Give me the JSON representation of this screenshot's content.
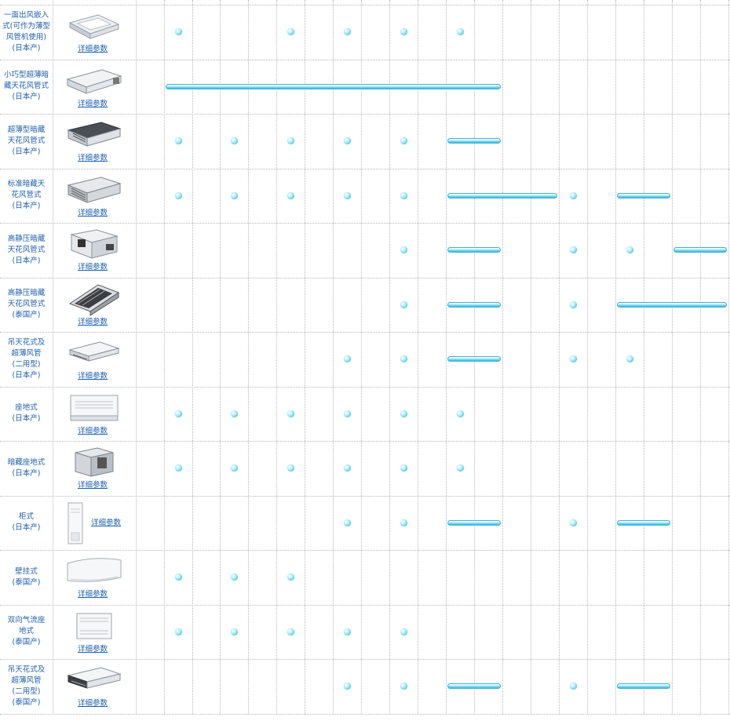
{
  "colors": {
    "link": "#1d5fae",
    "marker": "#42c5e6",
    "grid": "#b9b9b9"
  },
  "rows": [
    {
      "id": "cassette-1way",
      "name": "一面出风嵌入\n式(可作为薄型\n风管机使用)\n(日本产)",
      "link": "详细参数",
      "icon": "ceiling-cassette-image",
      "marks": [
        {
          "t": "dot",
          "c": 0
        },
        {
          "t": "dot",
          "c": 2
        },
        {
          "t": "dot",
          "c": 3
        },
        {
          "t": "dot",
          "c": 4
        },
        {
          "t": "dot",
          "c": 5
        }
      ]
    },
    {
      "id": "mini-slim-duct",
      "name": "小巧型超薄暗\n藏天花风管式\n(日本产)",
      "link": "详细参数",
      "icon": "slim-duct-unit-image",
      "marks": [
        {
          "t": "bar",
          "from": 0,
          "to": 5
        }
      ]
    },
    {
      "id": "ultra-slim-duct",
      "name": "超薄型暗藏\n天花风管式\n(日本产)",
      "link": "详细参数",
      "icon": "ultra-slim-duct-image",
      "marks": [
        {
          "t": "dot",
          "c": 0
        },
        {
          "t": "dot",
          "c": 1
        },
        {
          "t": "dot",
          "c": 2
        },
        {
          "t": "dot",
          "c": 3
        },
        {
          "t": "dot",
          "c": 4
        },
        {
          "t": "bar",
          "from": 5,
          "to": 5
        }
      ]
    },
    {
      "id": "standard-duct",
      "name": "标准暗藏天\n花风管式\n(日本产)",
      "link": "详细参数",
      "icon": "standard-duct-image",
      "marks": [
        {
          "t": "dot",
          "c": 0
        },
        {
          "t": "dot",
          "c": 1
        },
        {
          "t": "dot",
          "c": 2
        },
        {
          "t": "dot",
          "c": 3
        },
        {
          "t": "dot",
          "c": 4
        },
        {
          "t": "bar",
          "from": 5,
          "to": 6
        },
        {
          "t": "dot",
          "c": 7
        },
        {
          "t": "bar",
          "from": 8,
          "to": 8
        }
      ]
    },
    {
      "id": "high-static-jp",
      "name": "高静压暗藏\n天花风管式\n(日本产)",
      "link": "详细参数",
      "icon": "high-static-duct-image",
      "marks": [
        {
          "t": "dot",
          "c": 4
        },
        {
          "t": "bar",
          "from": 5,
          "to": 5
        },
        {
          "t": "dot",
          "c": 7
        },
        {
          "t": "dot",
          "c": 8
        },
        {
          "t": "bar",
          "from": 9,
          "to": 9
        }
      ]
    },
    {
      "id": "high-static-th",
      "name": "高静压暗藏\n天花风管式\n(泰国产)",
      "link": "详细参数",
      "icon": "high-static-duct-thai-image",
      "marks": [
        {
          "t": "dot",
          "c": 4
        },
        {
          "t": "bar",
          "from": 5,
          "to": 5
        },
        {
          "t": "dot",
          "c": 7
        },
        {
          "t": "bar",
          "from": 8,
          "to": 9
        }
      ]
    },
    {
      "id": "ceiling-suspended-jp",
      "name": "吊天花式及\n超薄风管\n(二用型)\n(日本产)",
      "link": "详细参数",
      "icon": "ceiling-suspended-image",
      "marks": [
        {
          "t": "dot",
          "c": 3
        },
        {
          "t": "dot",
          "c": 4
        },
        {
          "t": "bar",
          "from": 5,
          "to": 5
        },
        {
          "t": "dot",
          "c": 7
        },
        {
          "t": "dot",
          "c": 8
        }
      ]
    },
    {
      "id": "floor-standing",
      "name": "座地式\n(日本产)",
      "link": "详细参数",
      "icon": "floor-standing-image",
      "marks": [
        {
          "t": "dot",
          "c": 0
        },
        {
          "t": "dot",
          "c": 1
        },
        {
          "t": "dot",
          "c": 2
        },
        {
          "t": "dot",
          "c": 3
        },
        {
          "t": "dot",
          "c": 4
        },
        {
          "t": "dot",
          "c": 5
        }
      ]
    },
    {
      "id": "concealed-floor",
      "name": "暗藏座地式\n(日本产)",
      "link": "详细参数",
      "icon": "concealed-floor-image",
      "marks": [
        {
          "t": "dot",
          "c": 0
        },
        {
          "t": "dot",
          "c": 1
        },
        {
          "t": "dot",
          "c": 2
        },
        {
          "t": "dot",
          "c": 3
        },
        {
          "t": "dot",
          "c": 4
        },
        {
          "t": "dot",
          "c": 5
        }
      ]
    },
    {
      "id": "cabinet",
      "name": "柜式\n(日本产)",
      "link": "详细参数",
      "icon": "cabinet-unit-image",
      "marks": [
        {
          "t": "dot",
          "c": 3
        },
        {
          "t": "dot",
          "c": 4
        },
        {
          "t": "bar",
          "from": 5,
          "to": 5
        },
        {
          "t": "dot",
          "c": 7
        },
        {
          "t": "bar",
          "from": 8,
          "to": 8
        }
      ]
    },
    {
      "id": "wall-mounted",
      "name": "壁挂式\n(泰国产)",
      "link": "详细参数",
      "icon": "wall-mounted-image",
      "marks": [
        {
          "t": "dot",
          "c": 0
        },
        {
          "t": "dot",
          "c": 1
        },
        {
          "t": "dot",
          "c": 2
        }
      ]
    },
    {
      "id": "dual-flow-floor",
      "name": "双向气流座\n地式\n(泰国产)",
      "link": "详细参数",
      "icon": "dual-flow-floor-image",
      "marks": [
        {
          "t": "dot",
          "c": 0
        },
        {
          "t": "dot",
          "c": 1
        },
        {
          "t": "dot",
          "c": 2
        },
        {
          "t": "dot",
          "c": 3
        },
        {
          "t": "dot",
          "c": 4
        }
      ]
    },
    {
      "id": "ceiling-suspended-th",
      "name": "吊天花式及\n超薄风管\n(二用型)\n(泰国产)",
      "link": "详细参数",
      "icon": "ceiling-suspended-thai-image",
      "marks": [
        {
          "t": "dot",
          "c": 3
        },
        {
          "t": "dot",
          "c": 4
        },
        {
          "t": "bar",
          "from": 5,
          "to": 5
        },
        {
          "t": "dot",
          "c": 7
        },
        {
          "t": "bar",
          "from": 8,
          "to": 8
        }
      ]
    }
  ]
}
